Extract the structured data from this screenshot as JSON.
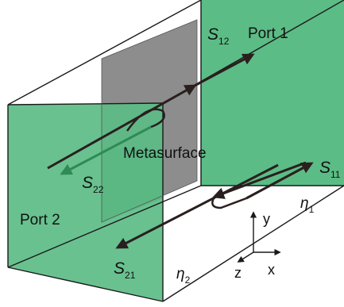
{
  "labels": {
    "port1": "Port 1",
    "port2": "Port 2",
    "metasurface": "Metasurface",
    "s12": {
      "sym": "S",
      "sub": "12"
    },
    "s22": {
      "sym": "S",
      "sub": "22"
    },
    "s11": {
      "sym": "S",
      "sub": "11"
    },
    "s21": {
      "sym": "S",
      "sub": "21"
    },
    "eta1": {
      "sym": "η",
      "sub": "1"
    },
    "eta2": {
      "sym": "η",
      "sub": "2"
    },
    "axis_x": "x",
    "axis_y": "y",
    "axis_z": "z"
  },
  "colors": {
    "port_green": "#5cbc86",
    "metasurface_gray": "#8d8d8d",
    "metasurface_green_overlap": "#3e8c5f",
    "arrow_dark": "#2a1f1f",
    "arrow_green": "#2f8a55",
    "edge": "#1a1a1a"
  }
}
